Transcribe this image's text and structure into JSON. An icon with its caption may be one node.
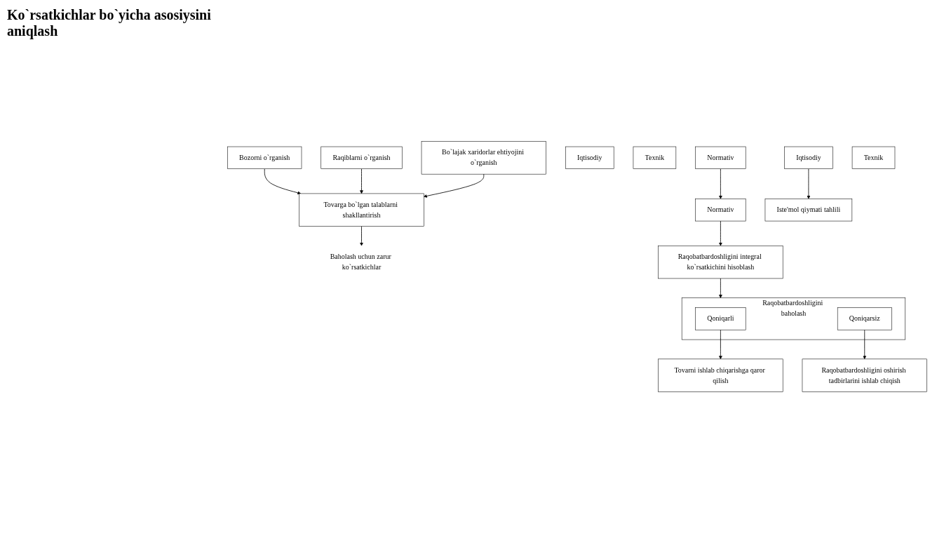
{
  "diagram": {
    "nodes": [
      {
        "text": [
          "Bozorni o`rganish"
        ]
      },
      {
        "text": [
          "Raqiblarni o`rganish"
        ]
      },
      {
        "text": [
          "Bo`lajak xaridorlar ehtiyojini o`rganish"
        ]
      },
      {
        "text": [
          "Tovarga bo`lgan talablarni shakllantirish"
        ]
      },
      {
        "text": [
          "Baholash uchun zarur ko`rsatkichlar"
        ]
      },
      {
        "text": [
          "Iqtisodiy"
        ]
      },
      {
        "text": [
          "Texnik"
        ]
      },
      {
        "text": [
          "Normativ"
        ]
      },
      {
        "text": [
          "Iqtisodiy"
        ]
      },
      {
        "text": [
          "Texnik"
        ]
      },
      {
        "text": [
          "Normativ"
        ]
      },
      {
        "text": [
          "Iste'mol qiymati tahlili"
        ]
      },
      {
        "text": [
          "Raqobatbardoshligini integral ko`rsatkichini hisoblash"
        ]
      },
      {
        "text": [
          "Raqobatbardoshligini baholash"
        ]
      },
      {
        "text": [
          "Qoniqarli"
        ],
        "in": 13
      },
      {
        "text": [
          "Qoniqarsiz"
        ],
        "in": 13
      },
      {
        "text": [
          "Tovarni ishlab chiqarishga qaror qilish"
        ]
      },
      {
        "text": [
          "Raqobatbardoshligini oshirish tadbirlarini ishlab chiqish"
        ]
      }
    ],
    "edges": [
      {
        "from": 0,
        "to": 3,
        "arrow": "to"
      },
      {
        "from": 1,
        "to": 3,
        "arrow": "to"
      },
      {
        "from": 2,
        "to": 3,
        "arrow": "to"
      },
      {
        "from": 3,
        "to": 4,
        "arrow": "to"
      },
      {
        "from": 7,
        "to": 10,
        "arrow": "to"
      },
      {
        "from": 8,
        "to": 11,
        "arrow": "to"
      },
      {
        "from": 10,
        "to": 12,
        "arrow": "to"
      },
      {
        "from": 12,
        "to": 13,
        "arrow": "to"
      },
      {
        "from": 14,
        "to": 16,
        "arrow": "to"
      },
      {
        "from": 15,
        "to": 17,
        "arrow": "to"
      }
    ],
    "labels": [
      "Ko`rsatkichlar bo`yicha asosiysini aniqlash"
    ]
  }
}
